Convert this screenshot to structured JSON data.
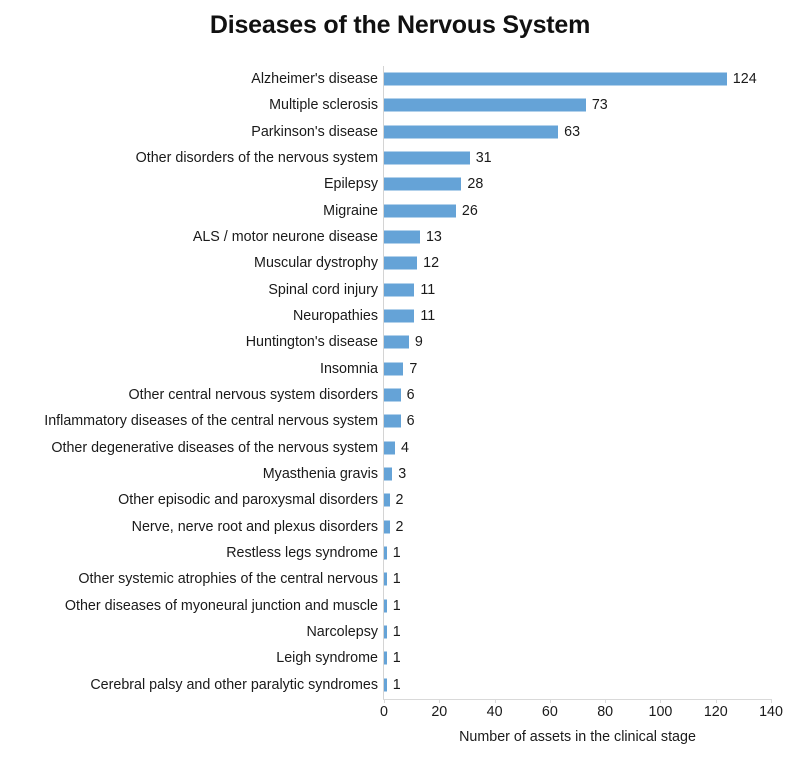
{
  "chart_data": {
    "type": "bar",
    "orientation": "horizontal",
    "title": "Diseases of the Nervous System",
    "xlabel": "Number of assets in the clinical stage",
    "ylabel": "",
    "xlim": [
      0,
      140
    ],
    "xticks": [
      0,
      20,
      40,
      60,
      80,
      100,
      120,
      140
    ],
    "grid": false,
    "legend": false,
    "bar_color": "#65a3d7",
    "categories": [
      "Alzheimer's disease",
      "Multiple sclerosis",
      "Parkinson's disease",
      "Other disorders of the nervous system",
      "Epilepsy",
      "Migraine",
      "ALS / motor neurone disease",
      "Muscular dystrophy",
      "Spinal cord injury",
      "Neuropathies",
      "Huntington's disease",
      "Insomnia",
      "Other central nervous system disorders",
      "Inflammatory diseases of the central nervous system",
      "Other degenerative diseases of the nervous system",
      "Myasthenia gravis",
      "Other episodic and paroxysmal disorders",
      "Nerve, nerve root and plexus disorders",
      "Restless legs syndrome",
      "Other systemic atrophies of the central nervous",
      "Other diseases of myoneural junction and muscle",
      "Narcolepsy",
      "Leigh syndrome",
      "Cerebral palsy and other paralytic syndromes"
    ],
    "values": [
      124,
      73,
      63,
      31,
      28,
      26,
      13,
      12,
      11,
      11,
      9,
      7,
      6,
      6,
      4,
      3,
      2,
      2,
      1,
      1,
      1,
      1,
      1,
      1
    ],
    "data_labels": [
      "124",
      "73",
      "63",
      "31",
      "28",
      "26",
      "13",
      "12",
      "11",
      "11",
      "9",
      "7",
      "6",
      "6",
      "4",
      "3",
      "2",
      "2",
      "1",
      "1",
      "1",
      "1",
      "1",
      "1"
    ],
    "xtick_labels": [
      "0",
      "20",
      "40",
      "60",
      "80",
      "100",
      "120",
      "140"
    ]
  }
}
